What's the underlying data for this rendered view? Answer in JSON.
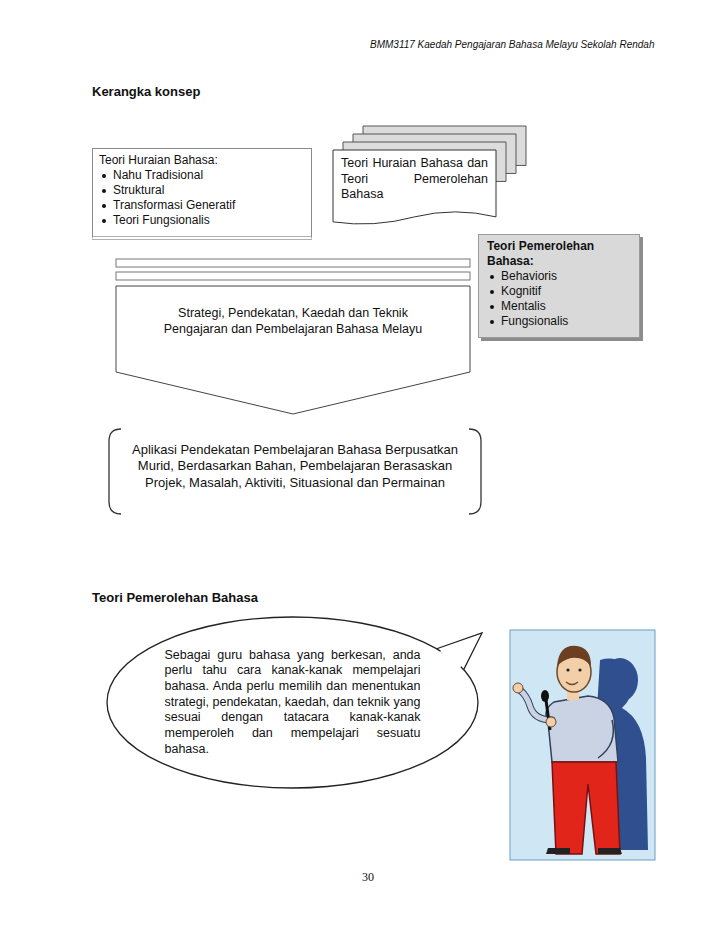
{
  "diagram": {
    "title": "Kerangka konsep",
    "nodes": [
      {
        "text": [
          "Teori Huraian Bahasa:",
          "Nahu Tradisional",
          "Struktural",
          "Transformasi Generatif",
          "Teori Fungsionalis"
        ]
      },
      {
        "text": [
          "Teori Huraian Bahasa dan Teori Pemerolehan Bahasa"
        ]
      },
      {
        "text": [
          "Teori Pemerolehan Bahasa:",
          "Behavioris",
          "Kognitif",
          "Mentalis",
          "Fungsionalis"
        ]
      },
      {
        "text": [
          "Strategi, Pendekatan, Kaedah dan Teknik Pengajaran dan Pembelajaran Bahasa Melayu"
        ]
      },
      {
        "text": [
          "Aplikasi Pendekatan Pembelajaran Bahasa Berpusatkan Murid, Berdasarkan Bahan, Pembelajaran Berasaskan Projek, Masalah, Aktiviti, Situasional dan Permainan"
        ]
      },
      {
        "text": [
          "Sebagai guru bahasa yang berkesan, anda perlu tahu cara kanak-kanak mempelajari bahasa. Anda perlu memilih dan menentukan strategi, pendekatan, kaedah, dan teknik yang sesuai dengan tatacara kanak-kanak memperoleh dan mempelajari sesuatu bahasa."
        ]
      }
    ],
    "labels": [
      "BMM3117 Kaedah Pengajaran Bahasa Melayu Sekolah Rendah",
      "Teori Pemerolehan Bahasa",
      "30"
    ]
  }
}
